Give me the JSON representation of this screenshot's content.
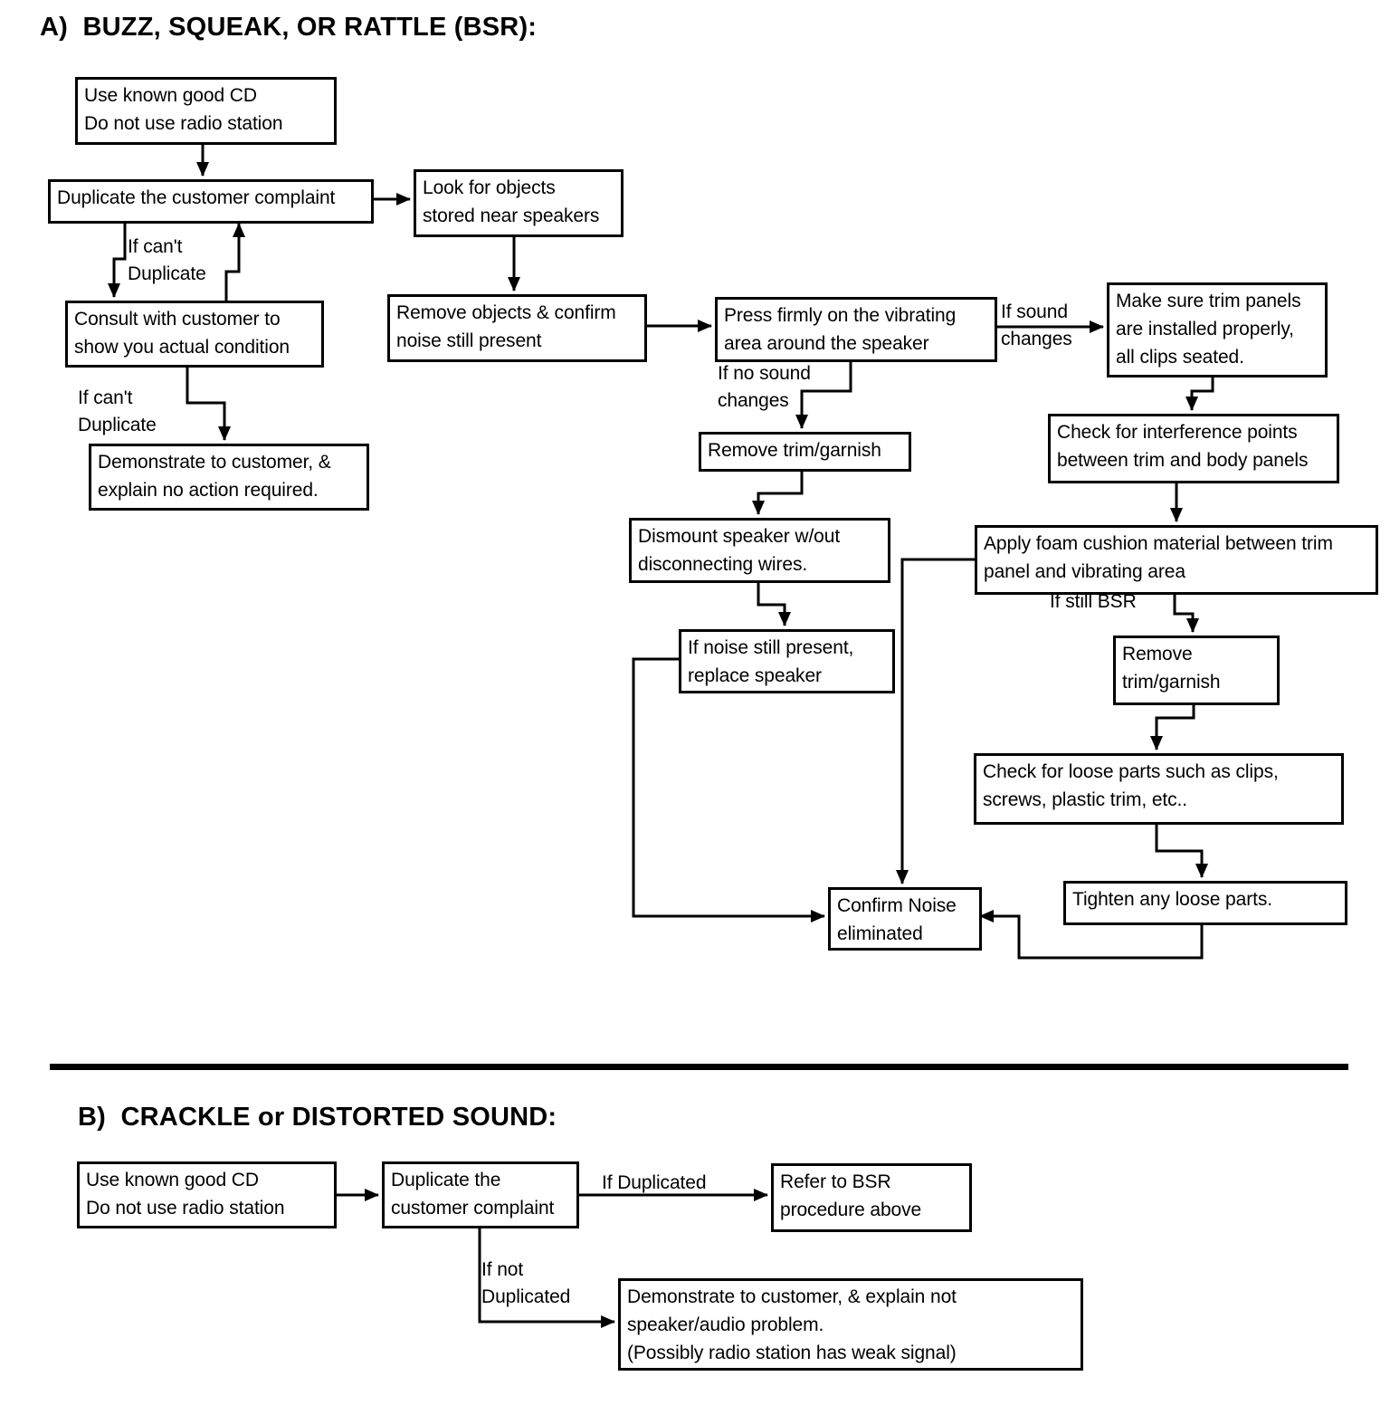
{
  "document": {
    "background": "#ffffff",
    "ink_color": "#000000"
  },
  "section_a": {
    "title": "A)  BUZZ, SQUEAK, OR RATTLE (BSR):",
    "nodes": {
      "use_cd": "Use known good CD\nDo not use radio station",
      "duplicate_complaint": "Duplicate the customer complaint",
      "look_for_objects": "Look for objects\nstored near speakers",
      "consult_customer": "Consult with customer to\nshow you actual condition",
      "demonstrate_no_action": "Demonstrate to customer, &\nexplain no action required.",
      "remove_objects": "Remove objects & confirm\nnoise still present",
      "press_firmly": "Press firmly on the vibrating\narea around the speaker",
      "remove_trim_1": "Remove trim/garnish",
      "dismount_speaker": "Dismount speaker w/out\ndisconnecting wires.",
      "replace_speaker": "If noise still present,\nreplace speaker",
      "make_sure_trim": "Make sure trim panels\nare installed properly,\nall clips seated.",
      "check_interference": "Check for interference points\nbetween trim and body panels",
      "apply_foam": "Apply foam cushion material between trim\npanel and vibrating area",
      "remove_trim_2": "Remove\ntrim/garnish",
      "check_loose_parts": "Check for loose parts such as clips,\nscrews, plastic trim, etc..",
      "tighten_parts": "Tighten any loose parts.",
      "confirm_noise": "Confirm Noise\neliminated"
    },
    "edge_labels": {
      "if_cant_1": "If can't\n Duplicate",
      "if_cant_2": "If can't\nDuplicate",
      "if_no_sound": "If no sound\nchanges",
      "if_sound": "If sound\nchanges",
      "if_still_bsr": "If still BSR"
    },
    "edges": [
      {
        "from": "use_cd",
        "to": "duplicate_complaint"
      },
      {
        "from": "duplicate_complaint",
        "to": "look_for_objects"
      },
      {
        "from": "duplicate_complaint",
        "to": "consult_customer",
        "label": "If can't Duplicate"
      },
      {
        "from": "consult_customer",
        "to": "duplicate_complaint"
      },
      {
        "from": "consult_customer",
        "to": "demonstrate_no_action",
        "label": "If can't Duplicate"
      },
      {
        "from": "look_for_objects",
        "to": "remove_objects"
      },
      {
        "from": "remove_objects",
        "to": "press_firmly"
      },
      {
        "from": "press_firmly",
        "to": "remove_trim_1",
        "label": "If no sound changes"
      },
      {
        "from": "press_firmly",
        "to": "make_sure_trim",
        "label": "If sound changes"
      },
      {
        "from": "remove_trim_1",
        "to": "dismount_speaker"
      },
      {
        "from": "dismount_speaker",
        "to": "replace_speaker"
      },
      {
        "from": "replace_speaker",
        "to": "confirm_noise"
      },
      {
        "from": "make_sure_trim",
        "to": "check_interference"
      },
      {
        "from": "check_interference",
        "to": "apply_foam"
      },
      {
        "from": "apply_foam",
        "to": "confirm_noise"
      },
      {
        "from": "apply_foam",
        "to": "remove_trim_2",
        "label": "If still BSR"
      },
      {
        "from": "remove_trim_2",
        "to": "check_loose_parts"
      },
      {
        "from": "check_loose_parts",
        "to": "tighten_parts"
      },
      {
        "from": "tighten_parts",
        "to": "confirm_noise"
      }
    ]
  },
  "section_b": {
    "title": "B)  CRACKLE or DISTORTED SOUND:",
    "nodes": {
      "use_cd": "Use known good CD\nDo not use radio station",
      "duplicate_complaint": "Duplicate the\ncustomer complaint",
      "refer_bsr": "Refer to BSR\nprocedure above",
      "demonstrate_not_speaker": "Demonstrate to customer, & explain not\nspeaker/audio problem.\n(Possibly radio station has weak signal)"
    },
    "edge_labels": {
      "if_duplicated": "If Duplicated",
      "if_not_duplicated": "If  not\nDuplicated"
    },
    "edges": [
      {
        "from": "use_cd",
        "to": "duplicate_complaint"
      },
      {
        "from": "duplicate_complaint",
        "to": "refer_bsr",
        "label": "If Duplicated"
      },
      {
        "from": "duplicate_complaint",
        "to": "demonstrate_not_speaker",
        "label": "If not Duplicated"
      }
    ]
  }
}
